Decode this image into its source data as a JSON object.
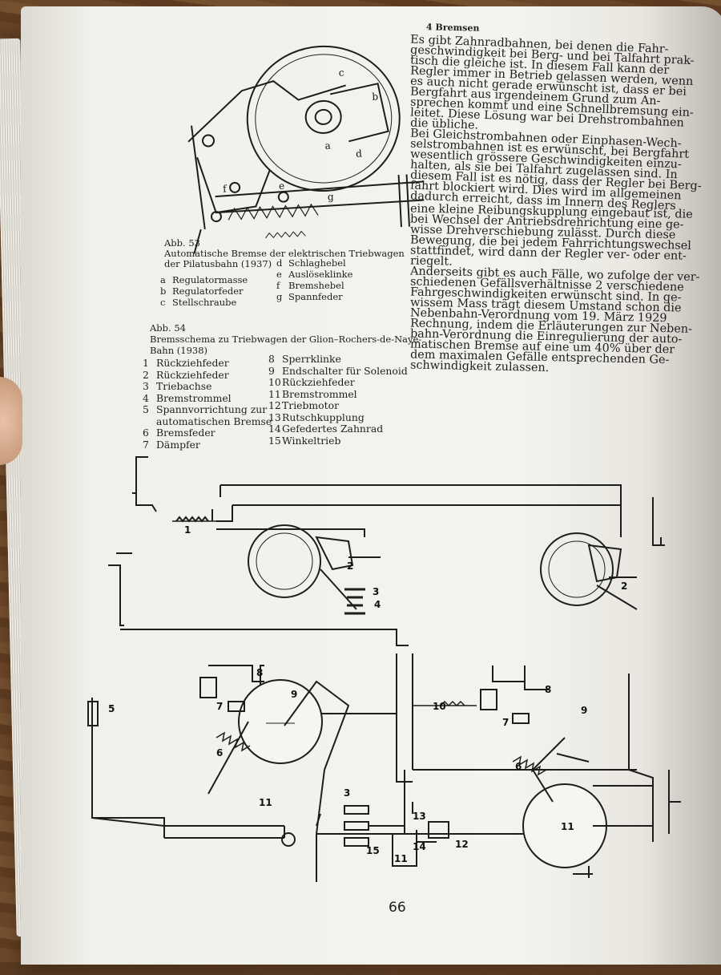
{
  "header": {
    "page_header": "4   Bremsen"
  },
  "right_column_lines": [
    "Es gibt Zahnradbahnen, bei denen die Fahr-",
    "geschwindigkeit bei Berg- und bei Talfahrt prak-",
    "tisch die gleiche ist. In diesem Fall kann der",
    "Regler immer in Betrieb gelassen werden, wenn",
    "es auch nicht gerade erwünscht ist, dass er bei",
    "Bergfahrt aus irgendeinem Grund zum An-",
    "sprechen kommt und eine Schnellbremsung ein-",
    "leitet. Diese Lösung war bei Drehstrombahnen",
    "die übliche.",
    "Bei Gleichstrombahnen oder Einphasen-Wech-",
    "selstrombahnen ist es erwünscht, bei Bergfahrt",
    "wesentlich grössere Geschwindigkeiten einzu-",
    "halten, als sie bei Talfahrt zugelassen sind. In",
    "diesem Fall ist es nötig, dass der Regler bei Berg-",
    "fahrt blockiert wird. Dies wird im allgemeinen",
    "dadurch erreicht, dass im Innern des Reglers",
    "eine kleine Reibungskupplung eingebaut ist, die",
    "bei Wechsel der Antriebsdrehrichtung eine ge-",
    "wisse Drehverschiebung zulässt. Durch diese",
    "Bewegung, die bei jedem Fahrrichtungswechsel",
    "stattfindet, wird dann der Regler ver- oder ent-",
    "riegelt.",
    "Anderseits gibt es auch Fälle, wo zufolge der ver-",
    "schiedenen Gefällsverhältnisse 2 verschiedene",
    "Fahrgeschwindigkeiten erwünscht sind. In ge-",
    "wissem Mass trägt diesem Umstand schon die",
    "Nebenbahn-Verordnung vom 19. März 1929",
    "Rechnung, indem die Erläuterungen zur Neben-",
    "bahn-Verordnung die Einregulierung der auto-",
    "matischen Bremse auf eine um 40% über der",
    "dem maximalen Gefälle entsprechenden Ge-",
    "schwindigkeit zulassen."
  ],
  "fig53": {
    "caption_line1": "Abb. 53",
    "caption_line2": "Automatische Bremse der elektrischen Triebwagen",
    "caption_line3": "der Pilatusbahn (1937)",
    "labels": [
      "c",
      "b",
      "d",
      "a",
      "f",
      "e",
      "g"
    ],
    "legend": [
      {
        "key": "a",
        "text": "Regulatormasse"
      },
      {
        "key": "b",
        "text": "Regulatorfeder"
      },
      {
        "key": "c",
        "text": "Stellschraube"
      },
      {
        "key": "d",
        "text": "Schlaghebel"
      },
      {
        "key": "e",
        "text": "Auslöseklinke"
      },
      {
        "key": "f",
        "text": "Bremshebel"
      },
      {
        "key": "g",
        "text": "Spannfeder"
      }
    ]
  },
  "fig54": {
    "caption_line1": "Abb. 54",
    "caption_line2": "Bremsschema zu Triebwagen der Glion–Rochers-de-Naye-",
    "caption_line3": "Bahn (1938)",
    "legend": [
      {
        "key": "1",
        "text": "Rückziehfeder"
      },
      {
        "key": "2",
        "text": "Rückziehfeder"
      },
      {
        "key": "3",
        "text": "Triebachse"
      },
      {
        "key": "4",
        "text": "Bremstrommel"
      },
      {
        "key": "5",
        "text": "Spannvorrichtung zur"
      },
      {
        "key": "",
        "text": "automatischen Bremse"
      },
      {
        "key": "6",
        "text": "Bremsfeder"
      },
      {
        "key": "7",
        "text": "Dämpfer"
      },
      {
        "key": "8",
        "text": "Sperrklinke"
      },
      {
        "key": "9",
        "text": "Endschalter für Solenoid"
      },
      {
        "key": "10",
        "text": "Rückziehfeder"
      },
      {
        "key": "11",
        "text": "Bremstrommel"
      },
      {
        "key": "12",
        "text": "Triebmotor"
      },
      {
        "key": "13",
        "text": "Rutschkupplung"
      },
      {
        "key": "14",
        "text": "Gefedertes Zahnrad"
      },
      {
        "key": "15",
        "text": "Winkeltrieb"
      }
    ],
    "diagram_labels": [
      "1",
      "2",
      "3",
      "4",
      "2",
      "5",
      "8",
      "9",
      "7",
      "10",
      "8",
      "9",
      "7",
      "6",
      "11",
      "6",
      "11",
      "3",
      "13",
      "12",
      "15",
      "11",
      "14"
    ]
  },
  "footer": {
    "page_number": "66"
  }
}
